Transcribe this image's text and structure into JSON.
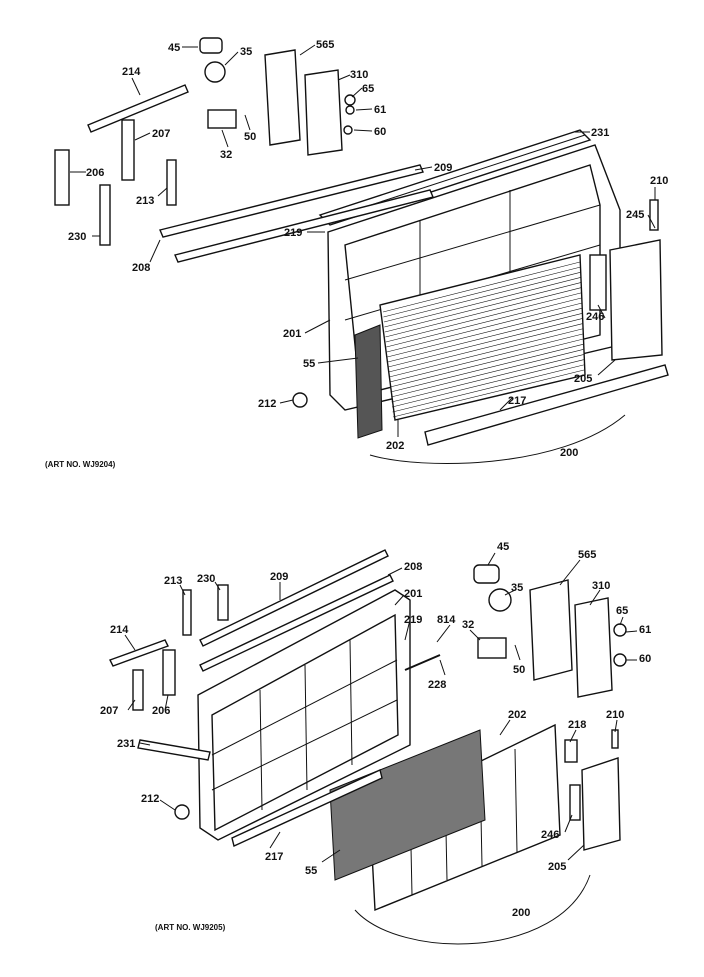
{
  "top_assembly": {
    "art_no": "(ART NO. WJ9204)",
    "labels": [
      "45",
      "35",
      "565",
      "310",
      "65",
      "61",
      "60",
      "214",
      "207",
      "32",
      "50",
      "231",
      "206",
      "209",
      "213",
      "210",
      "245",
      "230",
      "219",
      "208",
      "201",
      "246",
      "55",
      "205",
      "212",
      "217",
      "202",
      "200"
    ]
  },
  "bottom_assembly": {
    "art_no": "(ART NO. WJ9205)",
    "labels": [
      "45",
      "565",
      "35",
      "310",
      "65",
      "61",
      "32",
      "60",
      "50",
      "213",
      "230",
      "209",
      "208",
      "201",
      "219",
      "814",
      "214",
      "228",
      "207",
      "206",
      "231",
      "202",
      "218",
      "210",
      "212",
      "246",
      "217",
      "55",
      "205",
      "200"
    ]
  }
}
